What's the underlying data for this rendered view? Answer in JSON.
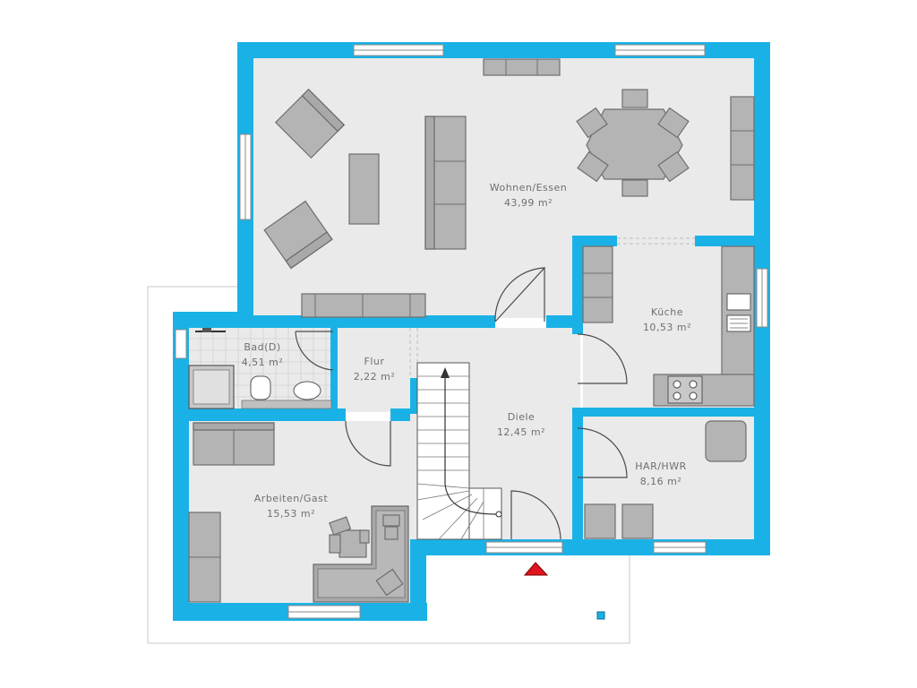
{
  "rooms": [
    {
      "id": "wohnen",
      "name": "Wohnen/Essen",
      "area": "43,99 m²"
    },
    {
      "id": "kueche",
      "name": "Küche",
      "area": "10,53 m²"
    },
    {
      "id": "bad",
      "name": "Bad(D)",
      "area": "4,51 m²"
    },
    {
      "id": "flur",
      "name": "Flur",
      "area": "2,22 m²"
    },
    {
      "id": "diele",
      "name": "Diele",
      "area": "12,45 m²"
    },
    {
      "id": "har",
      "name": "HAR/HWR",
      "area": "8,16 m²"
    },
    {
      "id": "arbeiten",
      "name": "Arbeiten/Gast",
      "area": "15,53 m²"
    }
  ],
  "colors": {
    "wall": "#1ab2e6",
    "floor": "#eaeaea",
    "furniture": "#b4b4b4",
    "entrance_marker": "#e0141e"
  }
}
